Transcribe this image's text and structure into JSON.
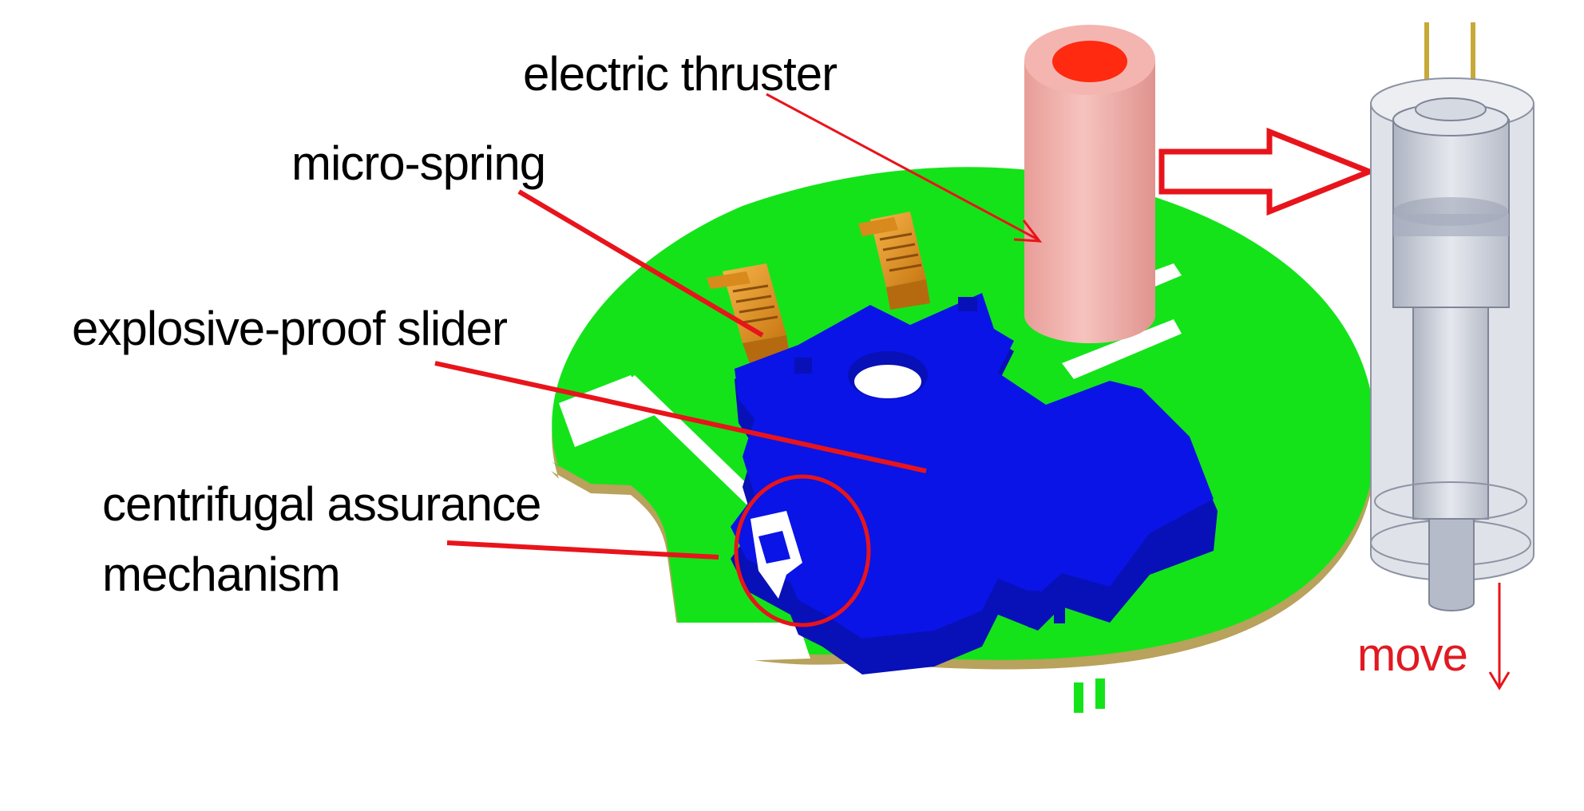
{
  "labels": {
    "electric_thruster": "electric thruster",
    "micro_spring": "micro-spring",
    "explosive_proof_slider": "explosive-proof slider",
    "centrifugal_line1": "centrifugal assurance",
    "centrifugal_line2": "mechanism",
    "move": "move"
  },
  "colors": {
    "label_text": "#000000",
    "pointer_line": "#e8141b",
    "move_text": "#e01a22",
    "rotor_disc": "#14e31a",
    "rotor_edge": "#b8a25c",
    "slider": "#0a14e6",
    "spring": "#e79a20",
    "thruster_body": "#f2b3ae",
    "thruster_cap": "#ff2a10",
    "detonator_body": "#d2d6df",
    "detonator_pins": "#c8a938"
  },
  "icons": {
    "transfer_arrow": "hollow-right-arrow-icon",
    "move_arrow": "down-arrow-icon"
  }
}
